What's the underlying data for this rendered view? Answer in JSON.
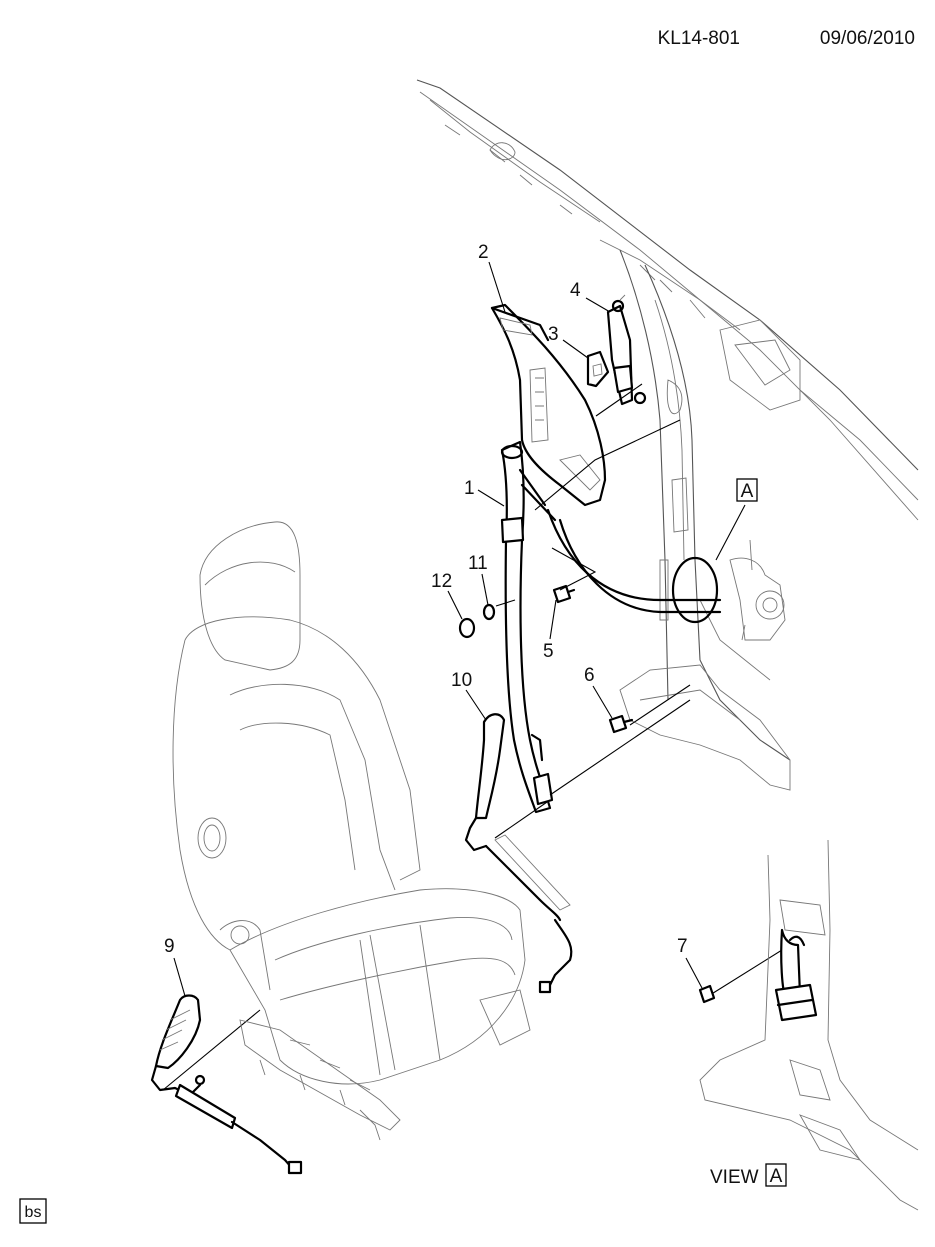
{
  "header": {
    "code": "KL14-801",
    "date": "09/06/2010"
  },
  "callouts": [
    {
      "id": "c1",
      "text": "1"
    },
    {
      "id": "c2",
      "text": "2"
    },
    {
      "id": "c3",
      "text": "3"
    },
    {
      "id": "c4",
      "text": "4"
    },
    {
      "id": "c5",
      "text": "5"
    },
    {
      "id": "c6",
      "text": "6"
    },
    {
      "id": "c7",
      "text": "7"
    },
    {
      "id": "c9",
      "text": "9"
    },
    {
      "id": "c10",
      "text": "10"
    },
    {
      "id": "c11",
      "text": "11"
    },
    {
      "id": "c12",
      "text": "12"
    }
  ],
  "view_ref": {
    "marker": "A",
    "view_text": "VIEW",
    "view_marker": "A"
  },
  "footer": {
    "badge": "bs"
  }
}
